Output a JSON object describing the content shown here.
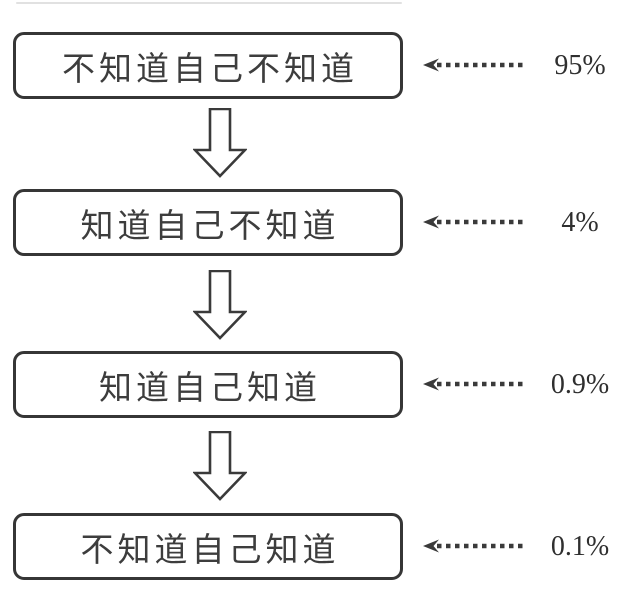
{
  "diagram": {
    "type": "vertical-flowchart",
    "levels": [
      {
        "label": "不知道自己不知道",
        "percent": "95%"
      },
      {
        "label": "知道自己不知道",
        "percent": "4%"
      },
      {
        "label": "知道自己知道",
        "percent": "0.9%"
      },
      {
        "label": "不知道自己知道",
        "percent": "0.1%"
      }
    ],
    "colors": {
      "stroke": "#3a3a3a",
      "box_border": "#363636",
      "text": "#3d3d3d",
      "background": "#ffffff"
    }
  }
}
